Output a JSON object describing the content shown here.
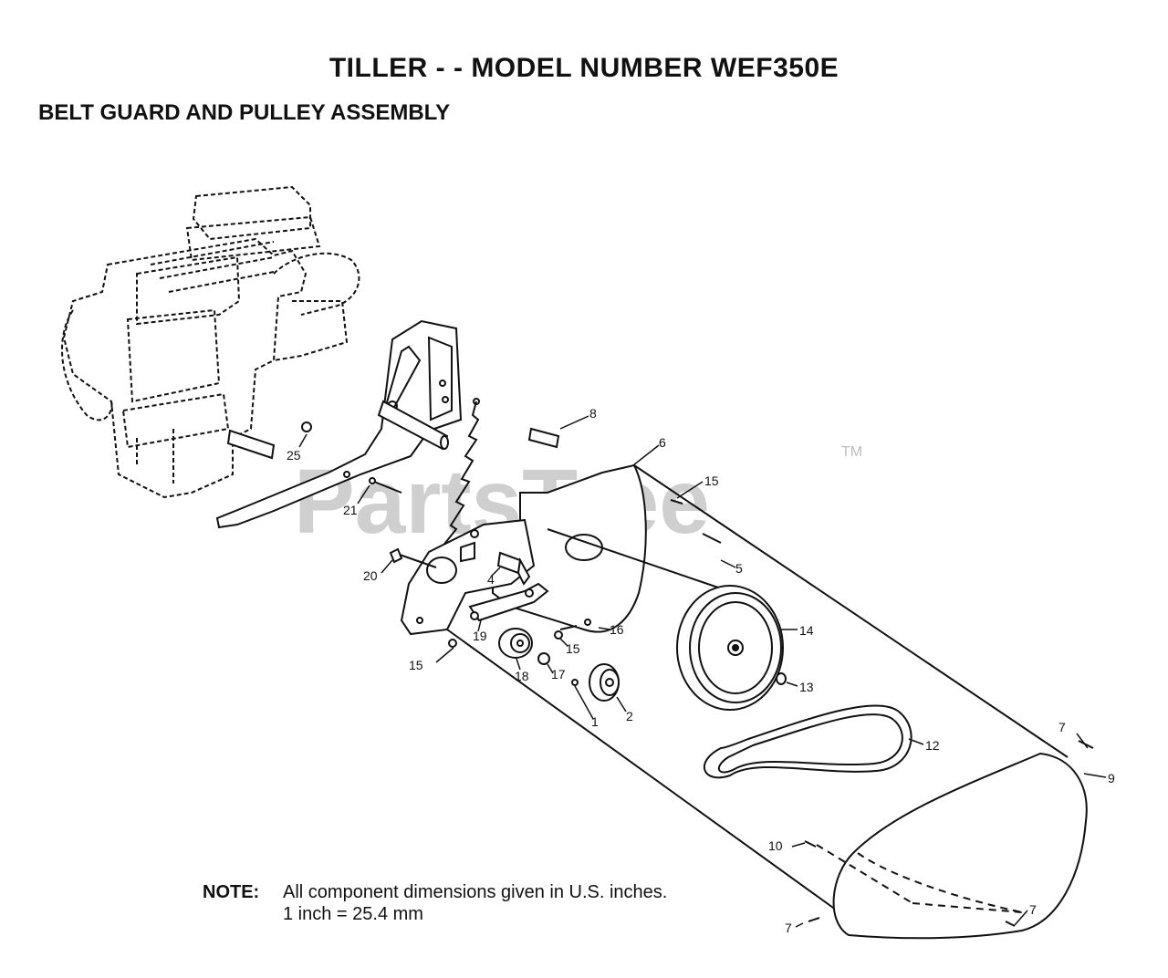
{
  "header": {
    "title": "TILLER - - MODEL NUMBER WEF350E",
    "subtitle": "BELT GUARD AND PULLEY ASSEMBLY"
  },
  "note": {
    "label": "NOTE:",
    "line1": "All component dimensions given in U.S. inches.",
    "line2": "1 inch = 25.4 mm"
  },
  "watermark": {
    "text": "PartsTree",
    "trademark": "TM"
  },
  "callouts": {
    "c1": "1",
    "c2": "2",
    "c4": "4",
    "c5": "5",
    "c6": "6",
    "c7a": "7",
    "c7b": "7",
    "c7c": "7",
    "c8": "8",
    "c9": "9",
    "c10": "10",
    "c12": "12",
    "c13": "13",
    "c14": "14",
    "c15a": "15",
    "c15b": "15",
    "c15c": "15",
    "c16": "16",
    "c17": "17",
    "c18": "18",
    "c19": "19",
    "c20": "20",
    "c21": "21",
    "c25": "25"
  },
  "colors": {
    "line": "#111111",
    "watermark": "#cfcfcf"
  }
}
